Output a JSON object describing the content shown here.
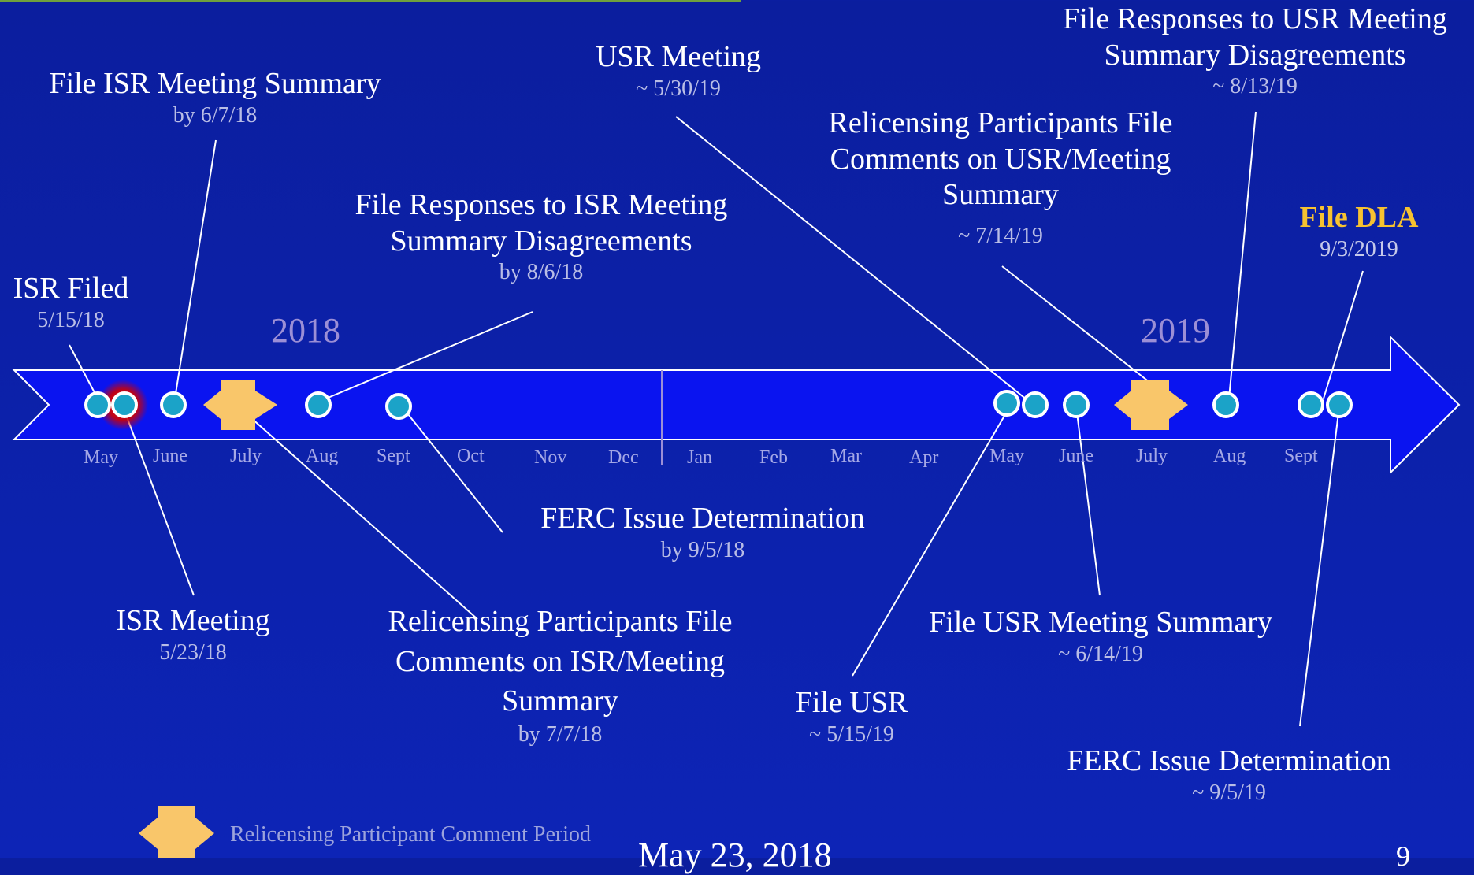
{
  "colors": {
    "background": "#0d22b0",
    "arrow": "#0a14f0",
    "node": "#1ba3c8",
    "highlight": "#e01010",
    "period": "#f9c66a",
    "gold": "#f7c230"
  },
  "years": [
    "2018",
    "2019"
  ],
  "months_2018": [
    "May",
    "June",
    "July",
    "Aug",
    "Sept",
    "Oct",
    "Nov",
    "Dec"
  ],
  "months_2019": [
    "Jan",
    "Feb",
    "Mar",
    "Apr",
    "May",
    "June",
    "July",
    "Aug",
    "Sept"
  ],
  "events": {
    "isr_filed": {
      "title": "ISR Filed",
      "date": "5/15/18"
    },
    "isr_meeting_summary": {
      "title": "File ISR Meeting Summary",
      "date": "by 6/7/18"
    },
    "isr_responses": {
      "title1": "File Responses to ISR Meeting",
      "title2": "Summary Disagreements",
      "date": "by 8/6/18"
    },
    "isr_meeting": {
      "title": "ISR Meeting",
      "date": "5/23/18"
    },
    "isr_comments": {
      "title1": "Relicensing Participants File",
      "title2": "Comments on ISR/Meeting",
      "title3": "Summary",
      "date": "by 7/7/18"
    },
    "ferc_2018": {
      "title": "FERC Issue Determination",
      "date": "by 9/5/18"
    },
    "usr_meeting": {
      "title": "USR Meeting",
      "date": "~ 5/30/19"
    },
    "usr_comments": {
      "title1": "Relicensing Participants File",
      "title2": "Comments on USR/Meeting",
      "title3": "Summary",
      "date": "~ 7/14/19"
    },
    "usr_responses": {
      "title1": "File Responses to USR Meeting",
      "title2": "Summary Disagreements",
      "date": "~ 8/13/19"
    },
    "file_dla": {
      "title": "File DLA",
      "date": "9/3/2019"
    },
    "file_usr": {
      "title": "File USR",
      "date": "~ 5/15/19"
    },
    "usr_meeting_summary": {
      "title": "File USR Meeting Summary",
      "date": "~ 6/14/19"
    },
    "ferc_2019": {
      "title": "FERC Issue Determination",
      "date": "~ 9/5/19"
    }
  },
  "legend": {
    "label": "Relicensing Participant Comment Period",
    "icon": "comment-period-icon"
  },
  "footer": {
    "date": "May 23, 2018",
    "page": "9"
  }
}
